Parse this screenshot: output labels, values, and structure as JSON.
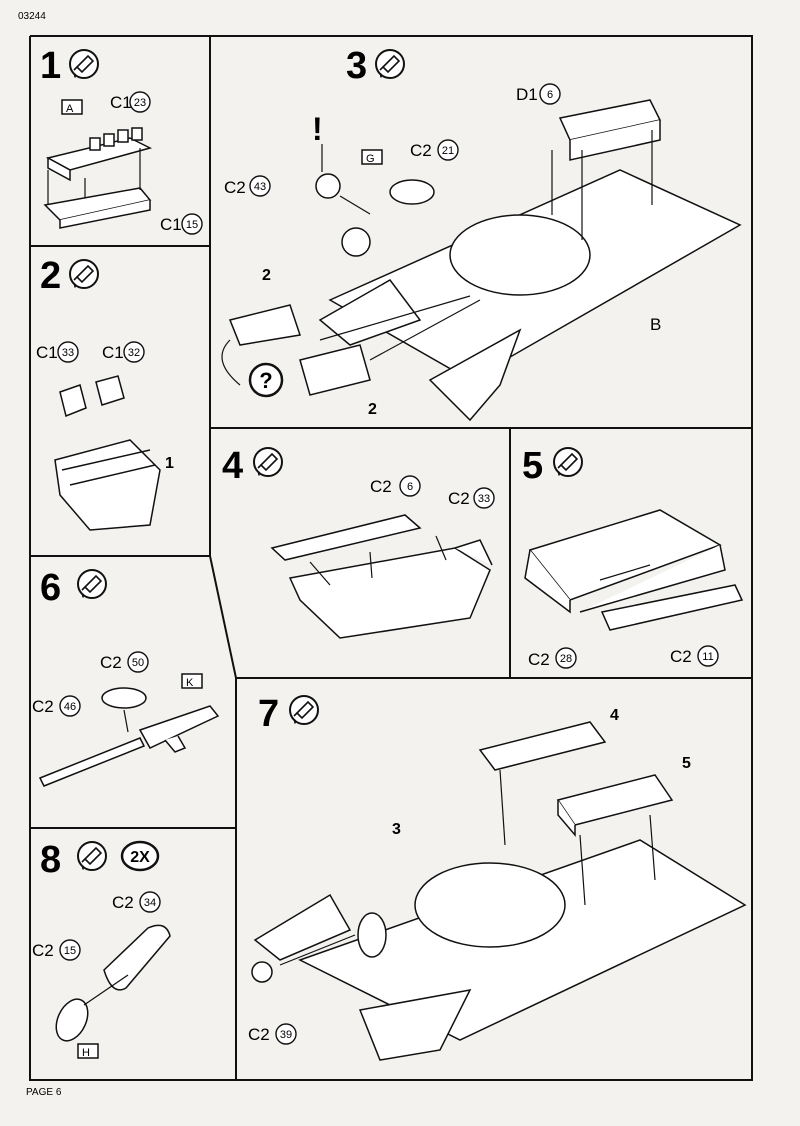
{
  "header": {
    "code": "03244"
  },
  "footer": {
    "page": "PAGE 6"
  },
  "steps": [
    {
      "number": "1",
      "labels": [
        "A",
        "C1",
        "23",
        "C1",
        "15"
      ]
    },
    {
      "number": "2",
      "labels": [
        "C1",
        "33",
        "C1",
        "32",
        "1"
      ]
    },
    {
      "number": "3",
      "labels": [
        "D1",
        "6",
        "C2",
        "21",
        "C2",
        "43",
        "G",
        "!",
        "2",
        "2",
        "?",
        "B"
      ]
    },
    {
      "number": "4",
      "labels": [
        "C2",
        "6",
        "C2",
        "33"
      ]
    },
    {
      "number": "5",
      "labels": [
        "C2",
        "28",
        "C2",
        "11"
      ]
    },
    {
      "number": "6",
      "labels": [
        "C2",
        "50",
        "K",
        "C2",
        "46"
      ]
    },
    {
      "number": "7",
      "labels": [
        "4",
        "5",
        "3",
        "C2",
        "39"
      ]
    },
    {
      "number": "8",
      "labels": [
        "2X",
        "C2",
        "34",
        "C2",
        "15",
        "H"
      ]
    }
  ]
}
